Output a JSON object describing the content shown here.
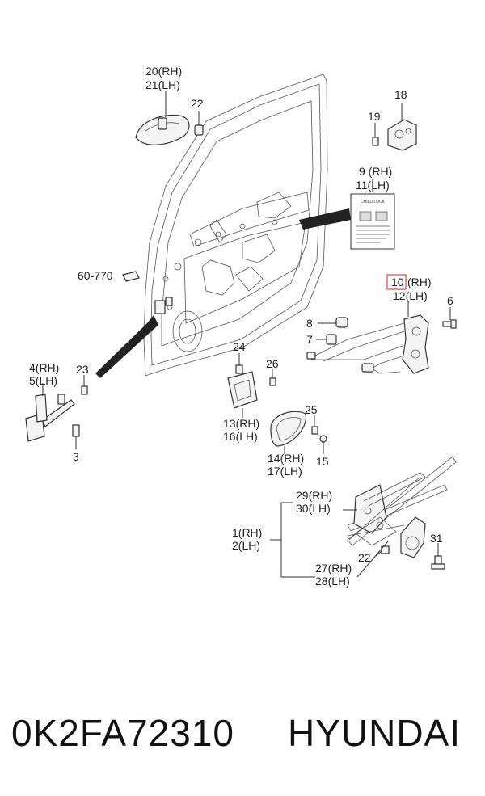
{
  "labels": {
    "l20": "20(RH)",
    "l21": "21(LH)",
    "l22a": "22",
    "l18": "18",
    "l19": "19",
    "l9": "9 (RH)",
    "l11": "11(LH)",
    "l6077": "60-770",
    "l10": "10",
    "l10rh": "(RH)",
    "l12": "12(LH)",
    "l6": "6",
    "l8": "8",
    "l7": "7",
    "l4": "4(RH)",
    "l5": "5(LH)",
    "l23": "23",
    "l3": "3",
    "l24": "24",
    "l26": "26",
    "l13": "13(RH)",
    "l16": "16(LH)",
    "l25": "25",
    "l14": "14(RH)",
    "l17": "17(LH)",
    "l15": "15",
    "l29": "29(RH)",
    "l30": "30(LH)",
    "l1": "1(RH)",
    "l2": "2(LH)",
    "l22b": "22",
    "l31": "31",
    "l27": "27(RH)",
    "l28": "28(LH)"
  },
  "label_sticker": {
    "title": "CHILD LOCK"
  },
  "footer": {
    "part_number": "0K2FA72310",
    "brand": "HYUNDAI"
  },
  "colors": {
    "highlight": "#e05555",
    "line": "#333333"
  }
}
